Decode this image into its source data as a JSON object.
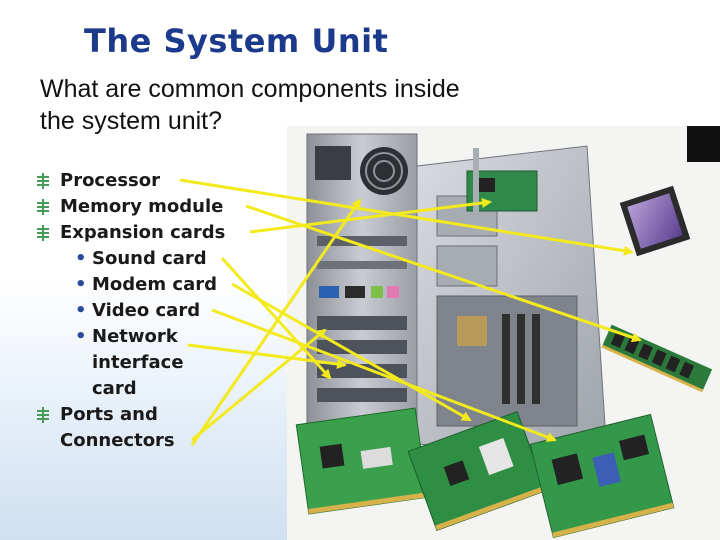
{
  "slide": {
    "title": "The System Unit",
    "subtitle_line1": "What are common components inside",
    "subtitle_line2": "the system unit?",
    "bullets": {
      "processor": "Processor",
      "memory": "Memory module",
      "expansion": "Expansion cards",
      "sound": "Sound card",
      "modem": "Modem card",
      "video": "Video card",
      "network_line1": "Network",
      "network_line2": "interface",
      "network_line3": "card",
      "ports_line1": "Ports and",
      "ports_line2": "Connectors"
    },
    "colors": {
      "title": "#1c3a8c",
      "arrow": "#f2ea1d",
      "bullet_marker": "#4a9a5a"
    },
    "photo": {
      "description_icon": "computer-components-photo"
    }
  }
}
